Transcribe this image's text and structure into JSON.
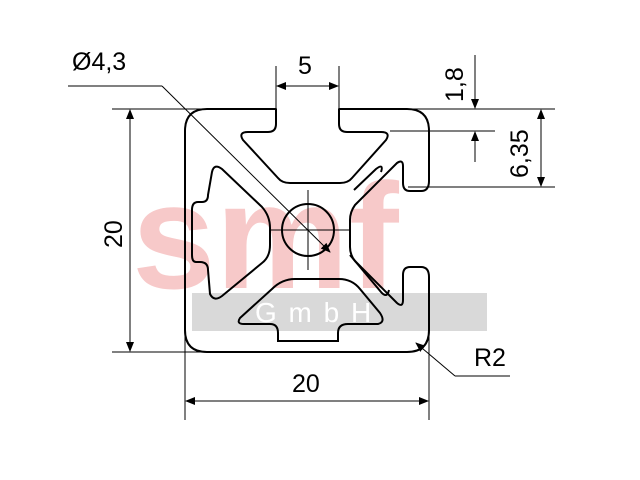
{
  "watermark": {
    "logo_text": "smf",
    "sub_text": "G m b H",
    "logo_color": "#f7c9c9",
    "band_color": "#d9d9d9"
  },
  "dimensions": {
    "hole_diameter": "Ø4,3",
    "slot_width": "5",
    "wall_thickness": "1,8",
    "slot_depth": "6,35",
    "height": "20",
    "width": "20",
    "corner_radius": "R2"
  },
  "colors": {
    "outline": "#000000",
    "dimension_line": "#000000"
  }
}
